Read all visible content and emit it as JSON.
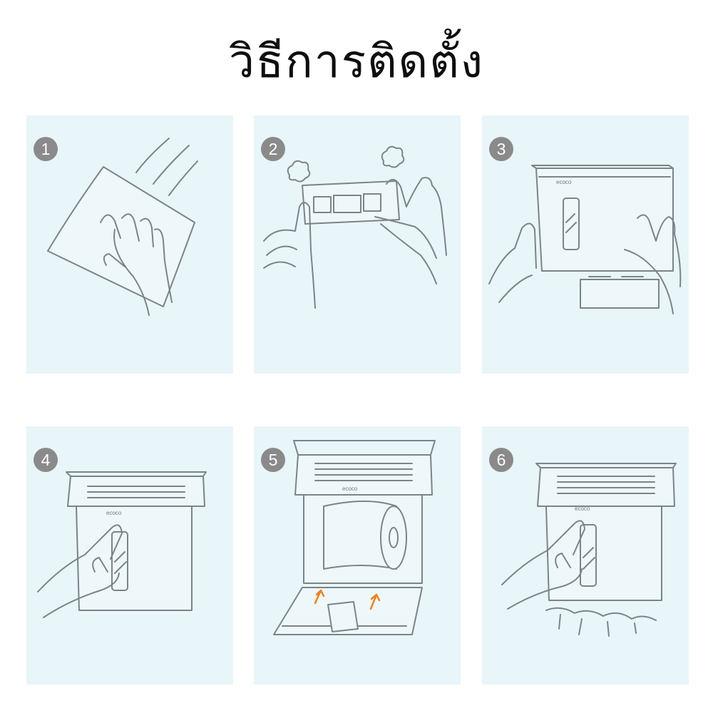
{
  "title": "วิธีการติดตั้ง",
  "steps": [
    {
      "number": "1",
      "illustration": "wipe-wall-icon"
    },
    {
      "number": "2",
      "illustration": "adhesive-plate-icon"
    },
    {
      "number": "3",
      "illustration": "mount-box-icon"
    },
    {
      "number": "4",
      "illustration": "press-box-icon"
    },
    {
      "number": "5",
      "illustration": "open-insert-roll-icon"
    },
    {
      "number": "6",
      "illustration": "pull-tissue-icon"
    }
  ],
  "brand_label": "ecoco",
  "colors": {
    "panel_bg": "#e8f5f9",
    "badge": "#8a8a8a",
    "line": "#7c8489",
    "arrow": "#e8821f"
  }
}
